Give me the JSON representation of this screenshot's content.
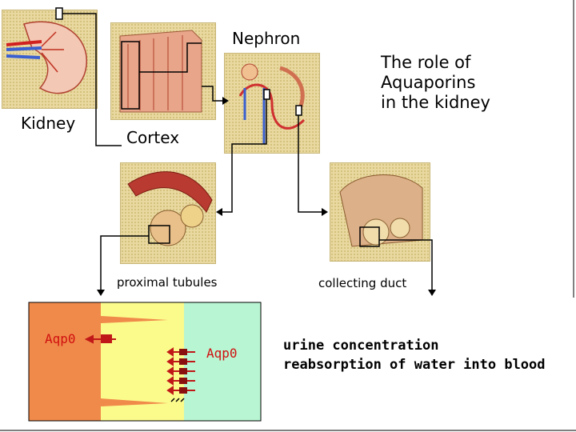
{
  "title": [
    "The role of",
    "Aquaporins",
    "in the kidney"
  ],
  "labels": {
    "kidney": "Kidney",
    "cortex": "Cortex",
    "nephron": "Nephron",
    "proximal": "proximal tubules",
    "collecting": "collecting duct",
    "aqp_left": "Aqp0",
    "aqp_right": "Aqp0"
  },
  "notes": [
    "urine concentration",
    "reabsorption of water into blood"
  ],
  "colors": {
    "tile": "#e9d9a0",
    "cell_orange": "#f08a4a",
    "cell_yellow": "#fbfb8c",
    "cell_green": "#b8f5d2",
    "arrow_red": "#c01818"
  }
}
